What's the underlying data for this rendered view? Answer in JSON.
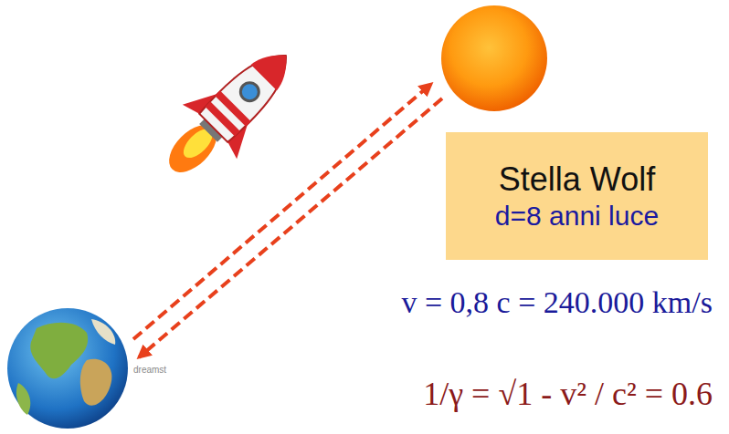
{
  "diagram": {
    "nodes": [
      {
        "text": [
          "Stella Wolf",
          "d=8 anni luce"
        ]
      }
    ],
    "labels": [
      "dreamst",
      "v = 0,8 c = 240.000 km/s",
      "1/γ = √1 - v² / c² = 0.6"
    ]
  }
}
